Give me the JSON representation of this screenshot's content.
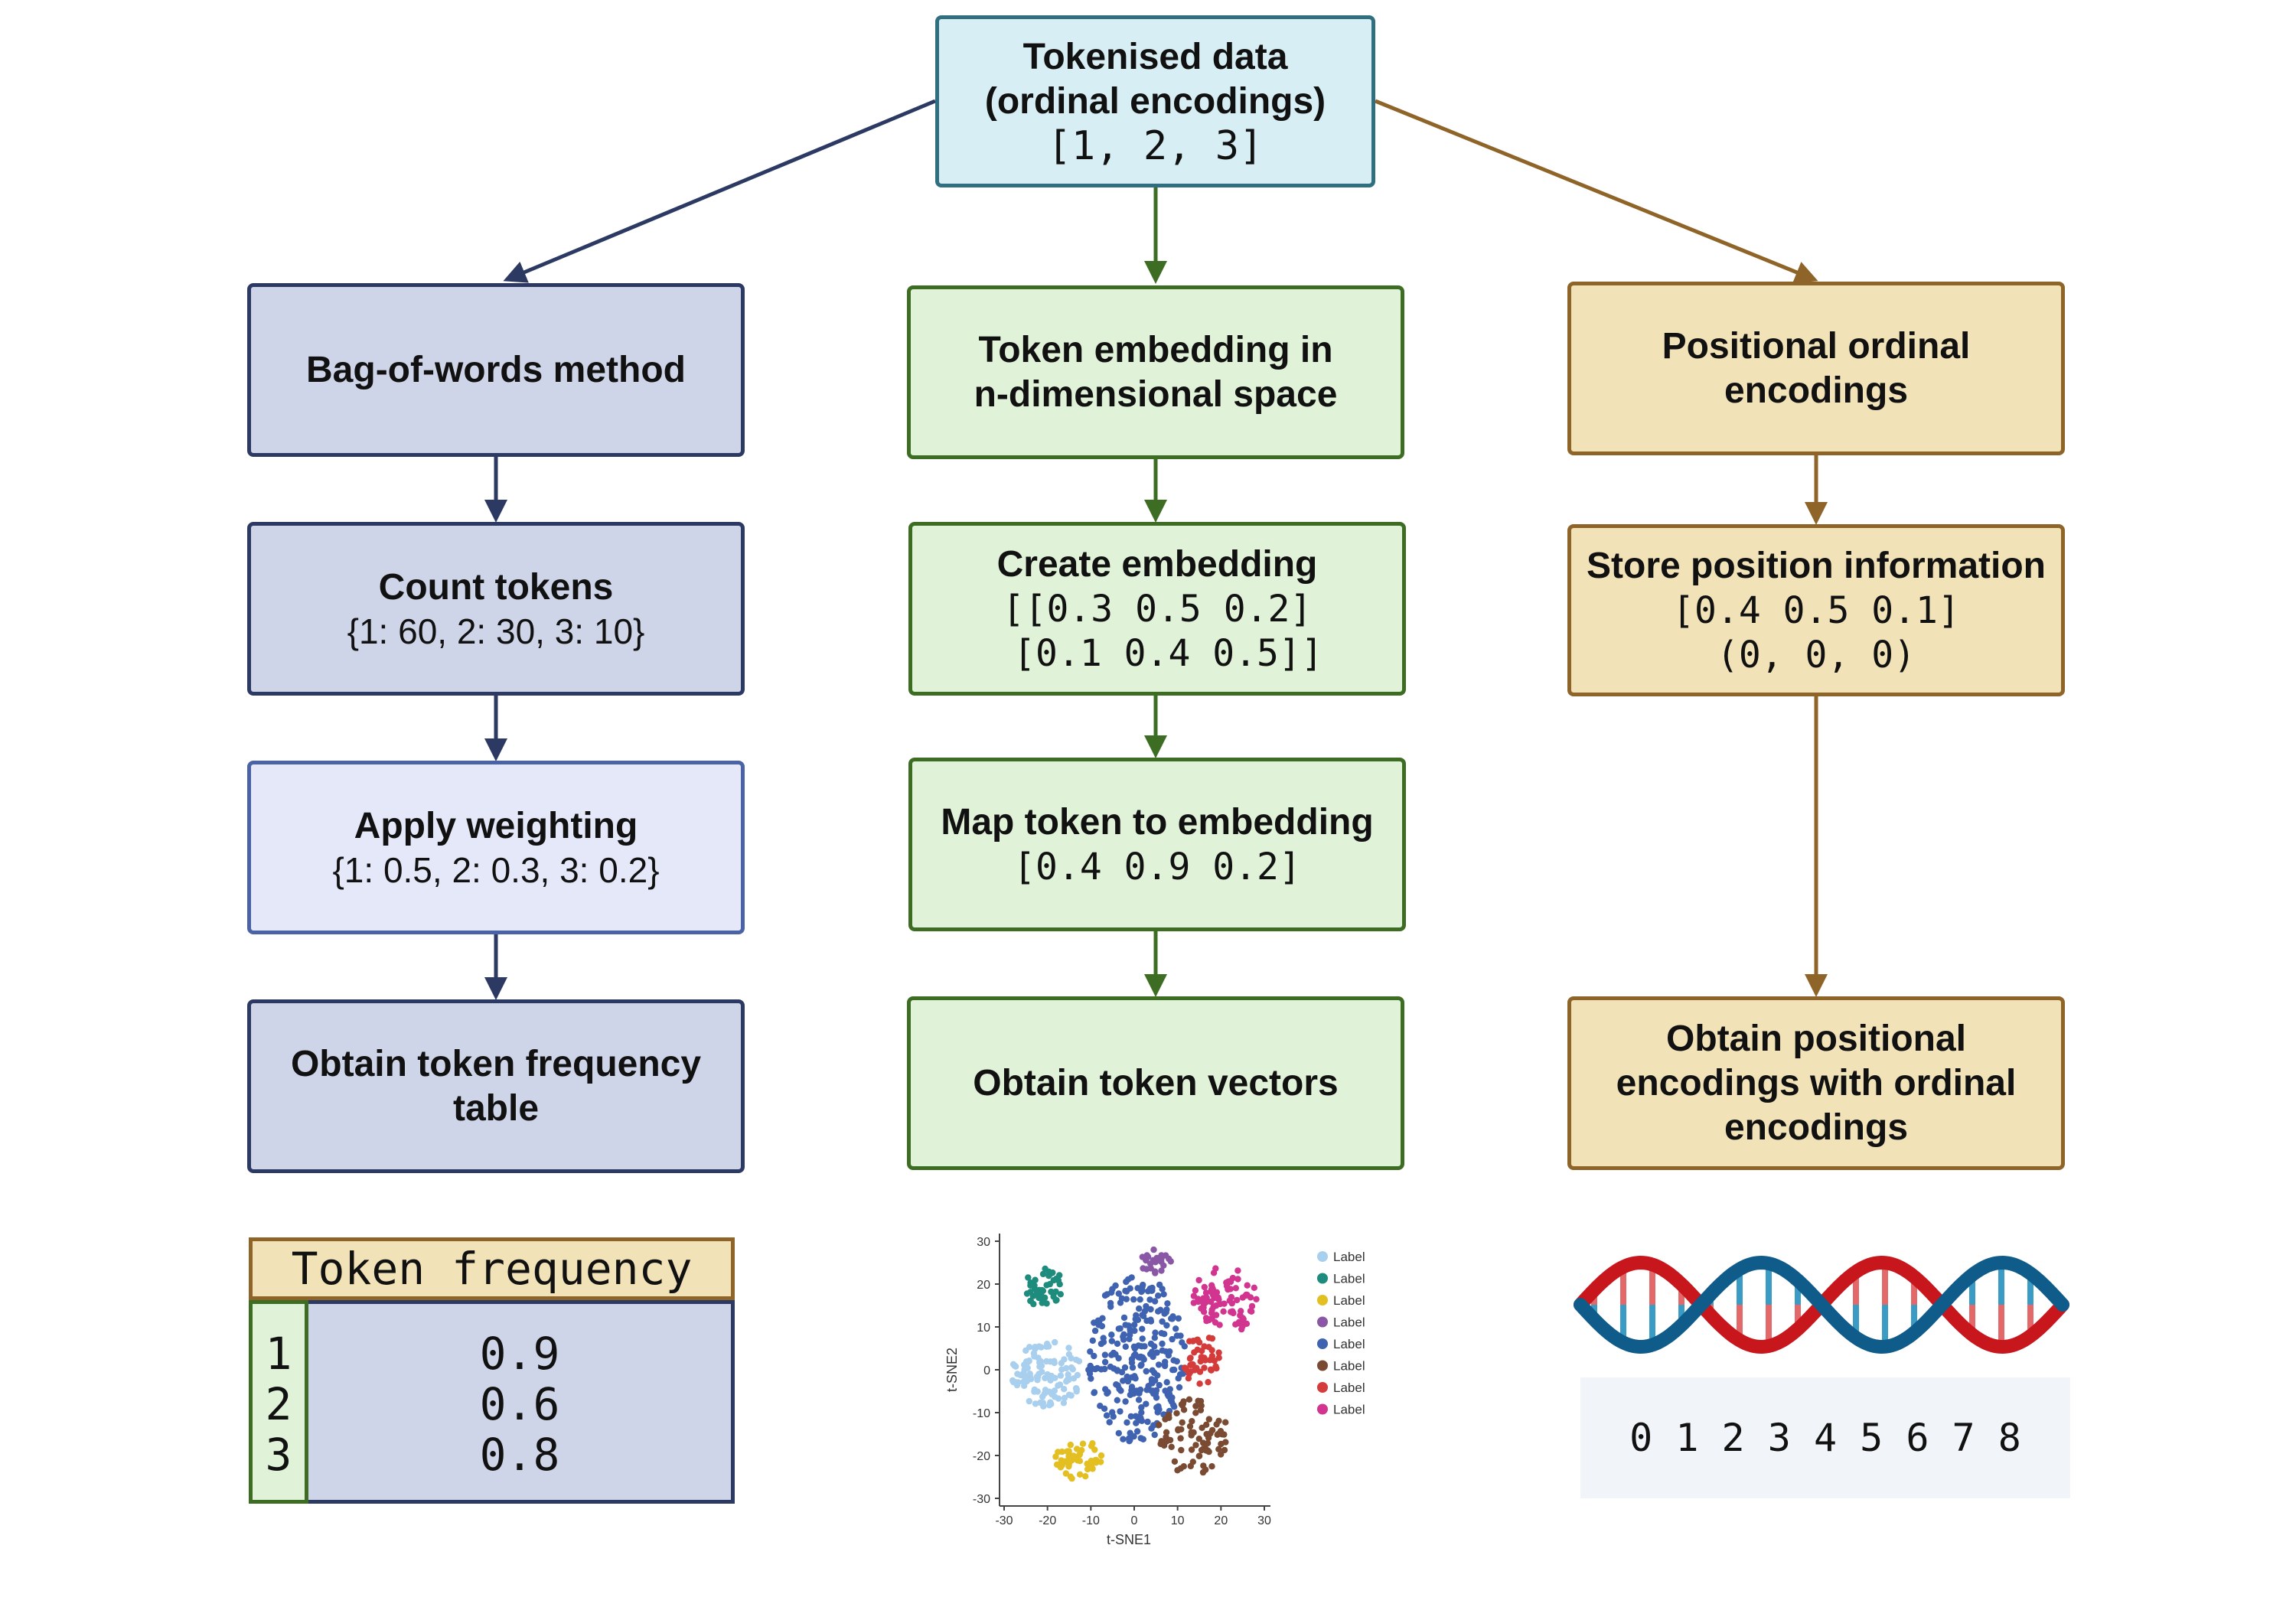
{
  "top": {
    "title_line1": "Tokenised data",
    "title_line2": "(ordinal encodings)",
    "example": "[1, 2, 3]"
  },
  "left_column": {
    "step1": "Bag-of-words method",
    "step2_title": "Count tokens",
    "step2_value": "{1: 60, 2: 30, 3: 10}",
    "step3_title": "Apply weighting",
    "step3_value": "{1: 0.5, 2: 0.3, 3: 0.2}",
    "step4": "Obtain token frequency table"
  },
  "middle_column": {
    "step1": "Token embedding in n-dimensional space",
    "step2_title": "Create embedding",
    "step2_line1": "[[0.3 0.5 0.2]",
    "step2_line2": " [0.1 0.4 0.5]]",
    "step3_title": "Map token to embedding",
    "step3_value": "[0.4 0.9 0.2]",
    "step4": "Obtain token vectors"
  },
  "right_column": {
    "step1": "Positional ordinal encodings",
    "step2_title": "Store position information",
    "step2_line1": "[0.4 0.5 0.1]",
    "step2_line2": "(0, 0, 0)",
    "step3": "Obtain positional encodings with ordinal encodings"
  },
  "freq_table": {
    "header": "Token frequency",
    "keys": [
      "1",
      "2",
      "3"
    ],
    "values": [
      "0.9",
      "0.6",
      "0.8"
    ]
  },
  "tsne": {
    "xlabel": "t-SNE1",
    "ylabel": "t-SNE2",
    "xticks": [
      "-30",
      "-20",
      "-10",
      "0",
      "10",
      "20",
      "30"
    ],
    "yticks": [
      "30",
      "20",
      "10",
      "0",
      "-10",
      "-20",
      "-30"
    ],
    "legend": [
      {
        "label": "Label",
        "color": "#a9cfee"
      },
      {
        "label": "Label",
        "color": "#1e8c7c"
      },
      {
        "label": "Label",
        "color": "#e3bf22"
      },
      {
        "label": "Label",
        "color": "#8a57a6"
      },
      {
        "label": "Label",
        "color": "#3f63b0"
      },
      {
        "label": "Label",
        "color": "#7a4a32"
      },
      {
        "label": "Label",
        "color": "#d43b3b"
      },
      {
        "label": "Label",
        "color": "#d1358f"
      }
    ]
  },
  "positions": {
    "digits": "0 1 2 3 4 5 6 7 8"
  },
  "colors": {
    "left_accent": "#2c3a63",
    "middle_accent": "#3c6d22",
    "right_accent": "#8f6428",
    "top_accent": "#2f6f80",
    "dna_red": "#c8161d",
    "dna_blue": "#0f5b8a"
  }
}
